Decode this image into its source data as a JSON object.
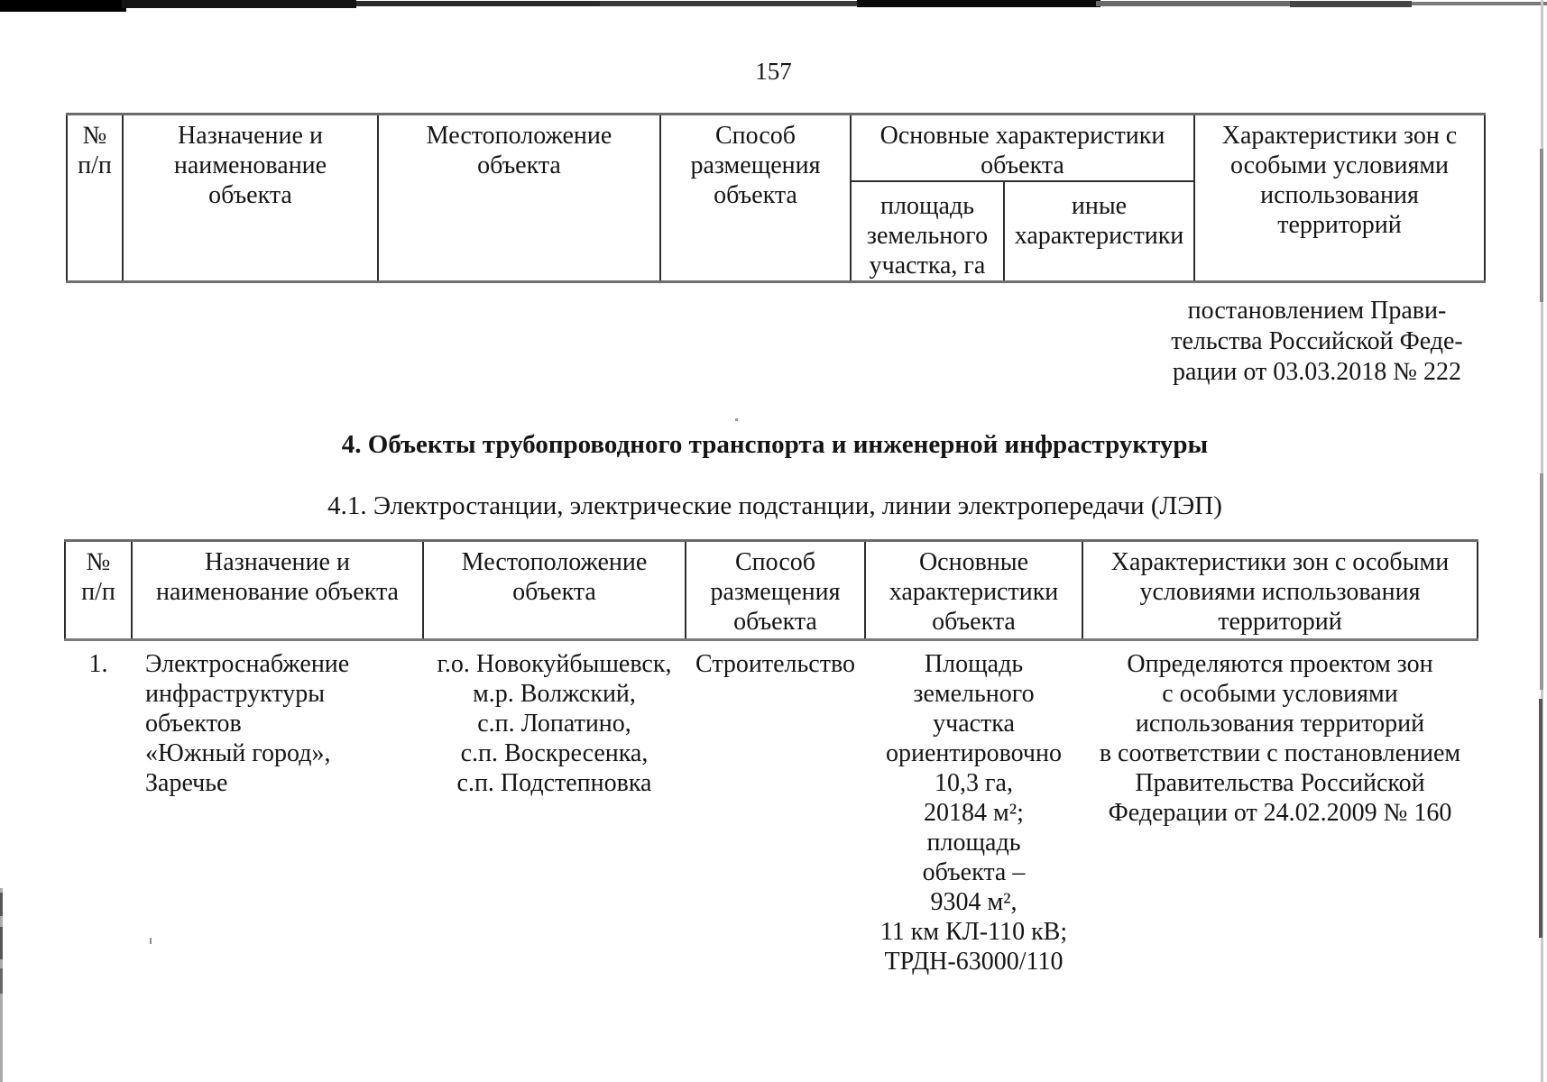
{
  "page": {
    "number": "157"
  },
  "amendment_note": {
    "text": "постановлением Прави-\nтельства Российской Феде-\nрации от 03.03.2018 № 222"
  },
  "section": {
    "heading": "4. Объекты трубопроводного транспорта и инженерной инфраструктуры",
    "subheading": "4.1. Электростанции, электрические подстанции, линии электропередачи (ЛЭП)"
  },
  "table1": {
    "headers": {
      "num": "№\nп/п",
      "purpose": "Назначение и\nнаименование\nобъекта",
      "location": "Местоположение\nобъекта",
      "placement": "Способ\nразмещения\nобъекта",
      "main_group": "Основные характеристики\nобъекта",
      "land_area": "площадь\nземельного\nучастка, га",
      "other": "иные\nхарактеристики",
      "zones": "Характеристики зон с\nособыми условиями\nиспользования\nтерриторий"
    }
  },
  "table2": {
    "headers": {
      "num": "№\nп/п",
      "purpose": "Назначение и\nнаименование объекта",
      "location": "Местоположение\nобъекта",
      "placement": "Способ\nразмещения\nобъекта",
      "main": "Основные\nхарактеристики\nобъекта",
      "zones": "Характеристики зон с особыми\nусловиями использования\nтерриторий"
    },
    "rows": [
      {
        "num": "1.",
        "purpose": "Электроснабжение\nинфраструктуры\nобъектов\n«Южный город»,\nЗаречье",
        "location": "г.о. Новокуйбышевск,\nм.р. Волжский,\nс.п. Лопатино,\nс.п. Воскресенка,\nс.п. Подстепновка",
        "placement": "Строительство",
        "main": "Площадь\nземельного\nучастка\nориентировочно\n10,3 га,\n20184 м²;\nплощадь\nобъекта –\n9304 м²,\n11 км КЛ-110 кВ;\nТРДН-63000/110",
        "zones": "Определяются проектом зон\nс особыми условиями\nиспользования территорий\nв соответствии с постановлением\nПравительства Российской\nФедерации от 24.02.2009 № 160"
      }
    ]
  }
}
